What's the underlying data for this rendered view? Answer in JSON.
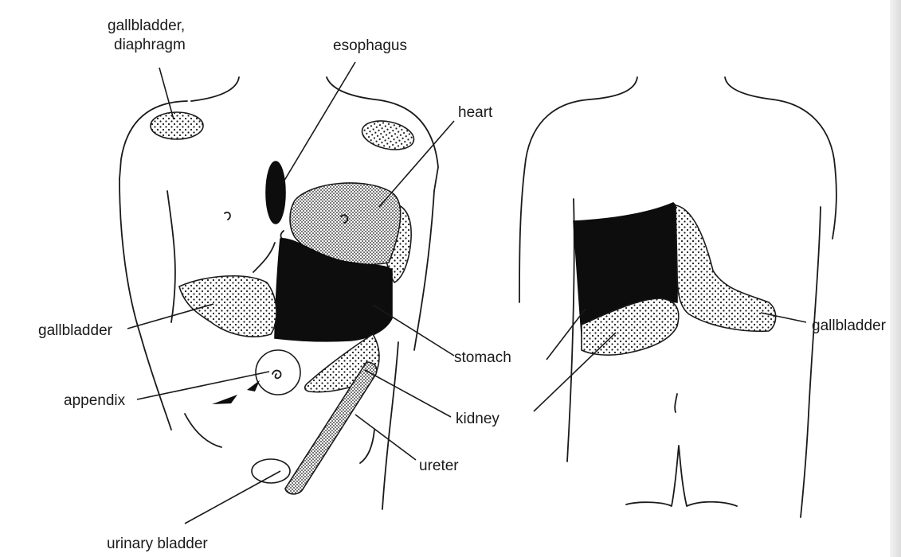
{
  "labels": {
    "gallbladder_diaphragm_line1": "gallbladder,",
    "gallbladder_diaphragm_line2": "diaphragm",
    "esophagus": "esophagus",
    "heart": "heart",
    "gallbladder_front": "gallbladder",
    "stomach": "stomach",
    "appendix": "appendix",
    "kidney": "kidney",
    "ureter": "ureter",
    "urinary_bladder": "urinary bladder",
    "gallbladder_back": "gallbladder"
  },
  "colors": {
    "ink": "#1a1a1a",
    "black_zone": "#0d0d0d",
    "paper": "#ffffff"
  }
}
